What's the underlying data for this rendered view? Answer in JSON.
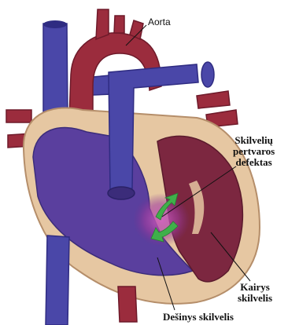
{
  "labels": {
    "aorta": "Aorta",
    "vsd": [
      "Skilvelių",
      "pertvaros",
      "defektas"
    ],
    "left_ventricle": [
      "Kairys",
      "skilvelis"
    ],
    "right_ventricle": "Dešinys skilvelis"
  },
  "colors": {
    "vein_blue": "#4a47a8",
    "vein_blue_dark": "#2f2c82",
    "artery_red": "#9b2c3d",
    "artery_red_dark": "#6e1a2a",
    "muscle_tan": "#e6c7a2",
    "lv_cavity": "#7c2740",
    "rv_cavity": "#5a3f9e",
    "defect_glow": "#b34aa4",
    "arrow_green": "#3fb04a"
  }
}
